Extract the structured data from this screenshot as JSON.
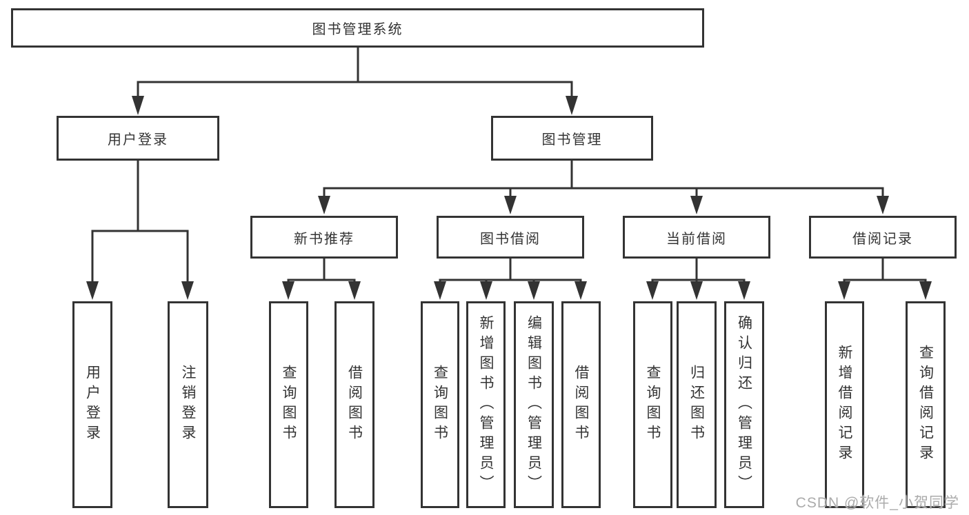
{
  "diagram": {
    "type": "hierarchy-block-diagram",
    "colors": {
      "line": "#333333",
      "box_border": "#333333",
      "box_background": "#ffffff",
      "text": "#333333",
      "watermark": "#ababab"
    },
    "tree": {
      "label": "图书管理系统",
      "children": [
        {
          "label": "用户登录",
          "children": [
            {
              "label": "用户登录"
            },
            {
              "label": "注销登录"
            }
          ]
        },
        {
          "label": "图书管理",
          "children": [
            {
              "label": "新书推荐",
              "children": [
                {
                  "label": "查询图书"
                },
                {
                  "label": "借阅图书"
                }
              ]
            },
            {
              "label": "图书借阅",
              "children": [
                {
                  "label": "查询图书"
                },
                {
                  "label": "新增图书（管理员）"
                },
                {
                  "label": "编辑图书（管理员）"
                },
                {
                  "label": "借阅图书"
                }
              ]
            },
            {
              "label": "当前借阅",
              "children": [
                {
                  "label": "查询图书"
                },
                {
                  "label": "归还图书"
                },
                {
                  "label": "确认归还（管理员）"
                }
              ]
            },
            {
              "label": "借阅记录",
              "children": [
                {
                  "label": "新增借阅记录"
                },
                {
                  "label": "查询借阅记录"
                }
              ]
            }
          ]
        }
      ]
    },
    "watermark": "CSDN @软件_小贺同学"
  }
}
